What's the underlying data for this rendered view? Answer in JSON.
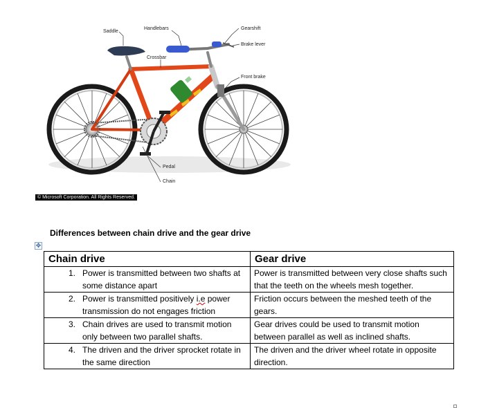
{
  "figure": {
    "labels": {
      "saddle": "Saddle",
      "handlebars": "Handlebars",
      "gearshift": "Gearshift",
      "brake_lever": "Brake lever",
      "crossbar": "Crossbar",
      "front_brake": "Front brake",
      "pedal": "Pedal",
      "chain": "Chain"
    },
    "copyright": "© Microsoft Corporation. All Rights Reserved.",
    "colors": {
      "frame": "#e2471a",
      "frame_dark": "#b8300c",
      "tyre": "#1a1a1a",
      "saddle": "#2e3b55",
      "grip": "#3a5bd0",
      "bottle": "#2f8a2f",
      "decal": "#f0c020"
    }
  },
  "heading": "Differences between chain drive and the gear drive",
  "table": {
    "headers": [
      "Chain drive",
      "Gear drive"
    ],
    "rows": [
      {
        "num": "1.",
        "chain": "Power is transmitted between two shafts at some distance apart",
        "gear": "Power is transmitted between very close shafts such that the teeth on the wheels mesh together."
      },
      {
        "num": "2.",
        "chain_pre": "Power is transmitted positively ",
        "chain_ie": "i.e",
        "chain_post": " power transmission do not engages friction",
        "gear": "Friction occurs between the meshed teeth of the gears."
      },
      {
        "num": "3.",
        "chain": "Chain drives are used to transmit motion only between two parallel shafts.",
        "gear": "Gear drives could be used to transmit motion between parallel as well as inclined shafts."
      },
      {
        "num": "4.",
        "chain": "The driven and the driver sprocket rotate in the same direction",
        "gear": "The driven and the driver wheel rotate in opposite direction."
      }
    ]
  }
}
